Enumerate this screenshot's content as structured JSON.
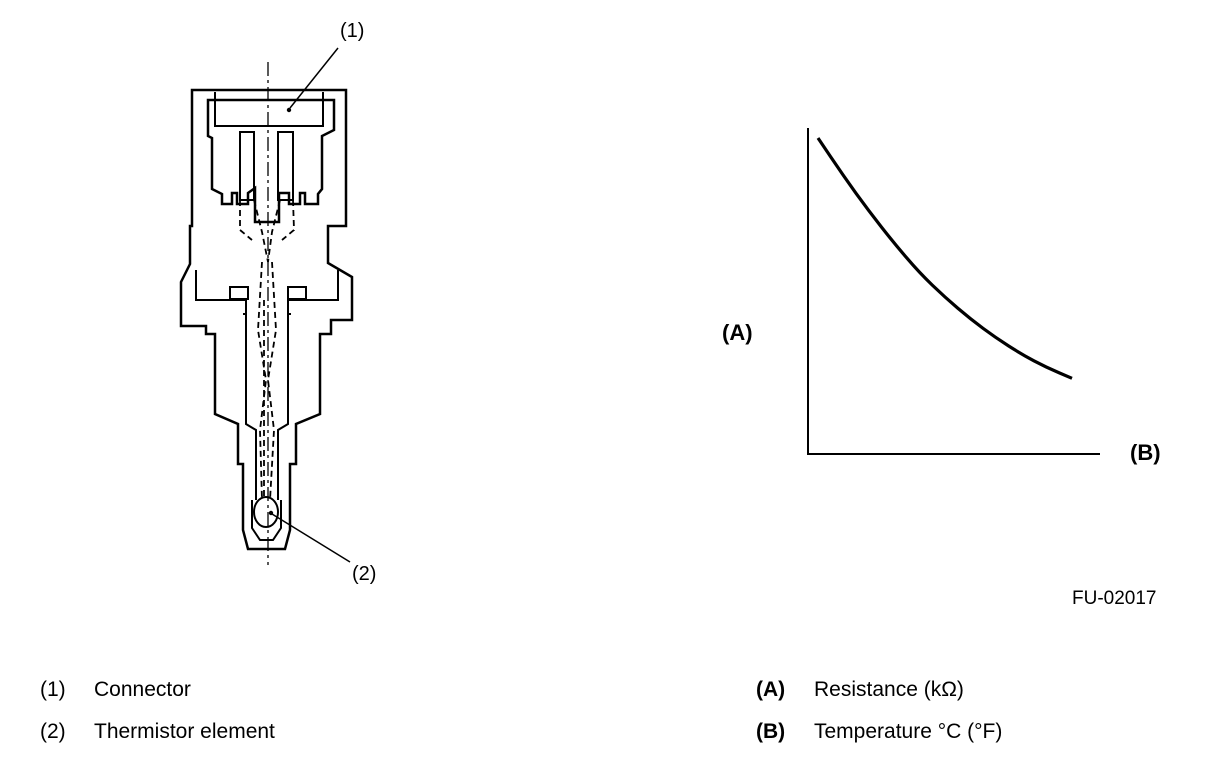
{
  "diagram": {
    "callouts": [
      {
        "id": "1",
        "label": "(1)"
      },
      {
        "id": "2",
        "label": "(2)"
      }
    ],
    "figure_code": "FU-02017"
  },
  "chart_data": {
    "type": "line",
    "title": "",
    "xlabel": "(B)",
    "ylabel": "(A)",
    "grid": false,
    "series": [
      {
        "x": [
          0.0,
          0.1,
          0.2,
          0.3,
          0.4,
          0.5,
          0.6,
          0.7,
          0.8,
          0.9,
          1.0
        ],
        "y": [
          1.0,
          0.86,
          0.73,
          0.61,
          0.5,
          0.41,
          0.33,
          0.26,
          0.2,
          0.15,
          0.11
        ]
      }
    ]
  },
  "legend": {
    "left": [
      {
        "key": "(1)",
        "text": "Connector"
      },
      {
        "key": "(2)",
        "text": "Thermistor element"
      }
    ],
    "right": [
      {
        "key": "(A)",
        "text": "Resistance (kΩ)"
      },
      {
        "key": "(B)",
        "text": "Temperature °C (°F)"
      }
    ]
  }
}
